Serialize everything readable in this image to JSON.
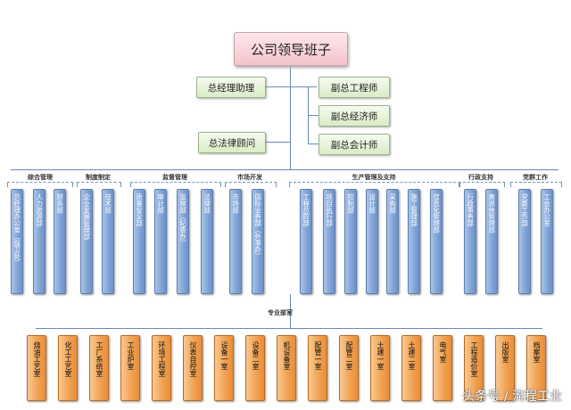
{
  "top": "公司领导班子",
  "assistants_left": [
    "总经理助理",
    "总法律顾问"
  ],
  "assistants_right": [
    "副总工程师",
    "副总经济师",
    "副总会计师"
  ],
  "groups": [
    "综合管理",
    "制度制定",
    "监督管理",
    "市场开发",
    "生产管理及支持",
    "行政支持",
    "党群工作"
  ],
  "departments": [
    "总经理办公室（保卫处）",
    "人力资源部",
    "财务部",
    "企业发展管理部",
    "技术部",
    "质量安全部",
    "审计部",
    "监察部（纪委办）",
    "法律部",
    "市场部",
    "国际业务部（外事办）",
    "工程总控部",
    "项目执行部",
    "控制部",
    "设计部",
    "采购部",
    "施工管理部",
    "信息化管理部",
    "行政事务部",
    "离退休管理部",
    "党委工作部",
    "工会办公室"
  ],
  "professional_label": "专业部室",
  "professional_rooms": [
    "烧油工艺室",
    "化工工艺室",
    "工厂系统室",
    "工业炉室",
    "环境工程室",
    "仪表自控室",
    "设备一室",
    "设备二室",
    "机设备室",
    "配管一室",
    "配管二室",
    "土建一室",
    "土建二室",
    "电气室",
    "工程造价室",
    "出版室",
    "档案室"
  ],
  "watermark": "头条号 / 流程工业"
}
